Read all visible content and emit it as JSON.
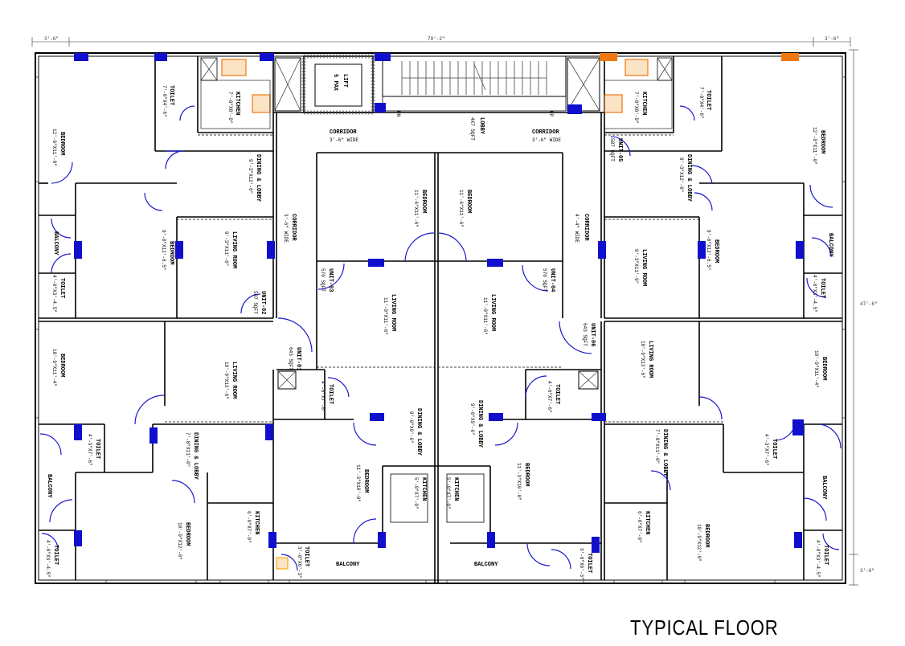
{
  "drawing": {
    "title": "TYPICAL FLOOR",
    "dims": {
      "top_left": "3'-6\"",
      "top_mid": "70'-2\"",
      "top_right": "3'-6\"",
      "right_mid": "47'-6\"",
      "right_bottom": "3'-6\""
    }
  },
  "core": {
    "lift": "LIFT",
    "lift_pax": "5 PAX",
    "lobby": "LOBBY",
    "lobby_area": "4X7 SQFT",
    "dn": "DN",
    "up": "UP",
    "corridor_left": "CORRIDOR",
    "corridor_left_w": "3'-6\" WIDE",
    "corridor_right": "CORRIDOR",
    "corridor_right_w": "3'-6\" WIDE",
    "corridor_vl": "CORRIDOR",
    "corridor_vl_w": "3'-6\" WIDE",
    "corridor_vr": "CORRIDOR",
    "corridor_vr_w": "4'-4\" WIDE"
  },
  "units": {
    "u2": {
      "name": "UNIT-02",
      "area": "587 SQFT"
    },
    "u3": {
      "name": "UNIT-03",
      "area": "570 SQFT"
    },
    "u4": {
      "name": "UNIT-04",
      "area": "570 SQFT"
    },
    "u5": {
      "name": "UNIT-05",
      "area": "587 SQFT"
    },
    "u6": {
      "name": "UNIT-06",
      "area": "643 SQFT"
    },
    "u1": {
      "name": "UNIT-01",
      "area": "643 SQFT"
    }
  },
  "rooms": {
    "toilet": "TOILET",
    "kitchen": "KITCHEN",
    "bedroom": "BEDROOM",
    "dining": "DINING & LOBBY",
    "living": "LIVING ROOM",
    "balcony": "BALCONY",
    "tl_toilet_d": "7'-0\"X4'-6\"",
    "tl_kitchen_d": "7'-0\"X8'-9\"",
    "tl_bed_d": "12'-9\"X11'-0\"",
    "tl_dining_d": "9'-3\"X12'-6\"",
    "tl_living_d": "9'-3\"X11'-6\"",
    "tl_bed2_d": "9'-0\"X12'-6.5\"",
    "tl_toilet2_d": "4'-0\"X3'-4.5\"",
    "c_bed_l_d": "11'-6\"X11'-6\"",
    "c_bed_r_d": "11'-6\"X11'-6\"",
    "c_living_l_d": "11'-0\"X11'-6\"",
    "c_living_r_d": "11'-0\"X11'-6\"",
    "c_toilet_l_d": "4'-6\"X7'-6\"",
    "c_toilet_r_d": "4'-6\"X7'-6\"",
    "c_dining_l_d": "9'-0\"X9'-6\"",
    "c_dining_r_d": "9'-0\"X9'-6\"",
    "c_kitchen_l_d": "5'-0\"X7'-0\"",
    "c_kitchen_r_d": "5'-0\"X7'-0\"",
    "c_bedb_l_d": "11'-3\"X10'-0\"",
    "c_bedb_r_d": "11'-3\"X10'-0\"",
    "c_toiletb_l_d": "3'-0\"X6'-3\"",
    "c_toiletb_r_d": "3'-0\"X6'-3\"",
    "bl_bed_d": "10'-9\"X11'-4\"",
    "bl_living_d": "10'-9\"X13'-6\"",
    "bl_toilet_d": "4'-3\"X7'-6\"",
    "bl_dining_d": "7'-8\"X11'-0\"",
    "bl_kitchen_d": "6'-0\"X7'-0\"",
    "bl_bed2_d": "10'-9\"X12'-0\"",
    "bl_toilet2_d": "4'-0\"X3'-4.5\"",
    "tr_toilet_d": "7'-0\"X4'-6\"",
    "tr_kitchen_d": "7'-0\"X8'-9\"",
    "tr_bed_d": "12'-9\"X11'-0\"",
    "tr_dining_d": "9'-3\"X12'-6\"",
    "tr_living_d": "9'-3\"X11'-6\"",
    "tr_bed2_d": "9'-0\"X12'-6.5\"",
    "tr_toilet2_d": "4'-0\"X3'-4.5\"",
    "br_bed_d": "10'-9\"X11'-4\"",
    "br_living_d": "10'-9\"X13'-6\"",
    "br_toilet_d": "4'-3\"X7'-6\"",
    "br_dining_d": "7'-8\"X11'-0\"",
    "br_kitchen_d": "6'-0\"X7'-0\"",
    "br_bed2_d": "10'-9\"X12'-0\"",
    "br_toilet2_d": "4'-0\"X3'-4.5\""
  },
  "colors": {
    "wall": "#000000",
    "door": "#1a1acc",
    "window": "#1010cc",
    "fixture": "#f07810"
  }
}
